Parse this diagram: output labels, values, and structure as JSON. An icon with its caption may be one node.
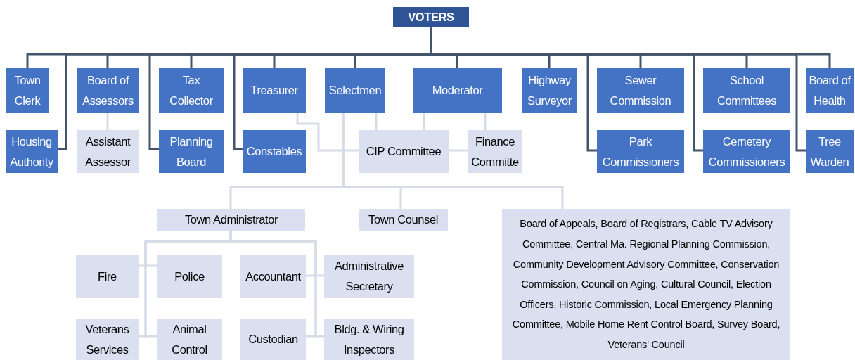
{
  "diagram": {
    "nodes": [
      {
        "text": [
          "VOTERS"
        ]
      },
      {
        "text": [
          "Town Clerk"
        ]
      },
      {
        "text": [
          "Board of Assessors"
        ]
      },
      {
        "text": [
          "Tax Collector"
        ]
      },
      {
        "text": [
          "Treasurer"
        ]
      },
      {
        "text": [
          "Selectmen"
        ]
      },
      {
        "text": [
          "Moderator"
        ]
      },
      {
        "text": [
          "Highway Surveyor"
        ]
      },
      {
        "text": [
          "Sewer Commission"
        ]
      },
      {
        "text": [
          "School Committees"
        ]
      },
      {
        "text": [
          "Board of Health"
        ]
      },
      {
        "text": [
          "Housing Authority"
        ]
      },
      {
        "text": [
          "Assistant Assessor"
        ]
      },
      {
        "text": [
          "Planning Board"
        ]
      },
      {
        "text": [
          "Constables"
        ]
      },
      {
        "text": [
          "CIP Committee"
        ]
      },
      {
        "text": [
          "Finance Committe"
        ]
      },
      {
        "text": [
          "Park Commissioners"
        ]
      },
      {
        "text": [
          "Cemetery Commissioners"
        ]
      },
      {
        "text": [
          "Tree Warden"
        ]
      },
      {
        "text": [
          "Town Administrator"
        ]
      },
      {
        "text": [
          "Town Counsel"
        ]
      },
      {
        "text": [
          "Board of Appeals, Board of Registrars, Cable TV Advisory Committee, Central Ma. Regional Planning Commission, Community Development Advisory Committee, Conservation Commission, Council on Aging, Cultural Council, Election Officers, Historic Commission, Local Emergency Planning Committee, Mobile Home Rent Control Board, Survey Board, Veterans' Council"
        ]
      },
      {
        "text": [
          "Fire"
        ]
      },
      {
        "text": [
          "Police"
        ]
      },
      {
        "text": [
          "Accountant"
        ]
      },
      {
        "text": [
          "Administrative Secretary"
        ]
      },
      {
        "text": [
          "Veterans Services"
        ]
      },
      {
        "text": [
          "Animal Control"
        ]
      },
      {
        "text": [
          "Custodian"
        ]
      },
      {
        "text": [
          "Bldg. & Wiring Inspectors"
        ]
      }
    ],
    "edges": [
      {
        "from": 0,
        "to": 1,
        "arrow": "none",
        "color": "#44546a"
      },
      {
        "from": 0,
        "to": 11,
        "arrow": "none",
        "color": "#44546a"
      },
      {
        "from": 0,
        "to": 2,
        "arrow": "none",
        "color": "#44546a"
      },
      {
        "from": 0,
        "to": 3,
        "arrow": "none",
        "color": "#44546a"
      },
      {
        "from": 0,
        "to": 13,
        "arrow": "none",
        "color": "#44546a"
      },
      {
        "from": 0,
        "to": 4,
        "arrow": "none",
        "color": "#44546a"
      },
      {
        "from": 0,
        "to": 14,
        "arrow": "none",
        "color": "#44546a"
      },
      {
        "from": 0,
        "to": 5,
        "arrow": "none",
        "color": "#44546a"
      },
      {
        "from": 0,
        "to": 6,
        "arrow": "none",
        "color": "#44546a"
      },
      {
        "from": 0,
        "to": 7,
        "arrow": "none",
        "color": "#44546a"
      },
      {
        "from": 0,
        "to": 8,
        "arrow": "none",
        "color": "#44546a"
      },
      {
        "from": 0,
        "to": 17,
        "arrow": "none",
        "color": "#44546a"
      },
      {
        "from": 0,
        "to": 9,
        "arrow": "none",
        "color": "#44546a"
      },
      {
        "from": 0,
        "to": 18,
        "arrow": "none",
        "color": "#44546a"
      },
      {
        "from": 0,
        "to": 10,
        "arrow": "none",
        "color": "#44546a"
      },
      {
        "from": 0,
        "to": 19,
        "arrow": "none",
        "color": "#44546a"
      },
      {
        "from": 2,
        "to": 12,
        "arrow": "none"
      },
      {
        "from": 4,
        "to": 15,
        "arrow": "none"
      },
      {
        "from": 5,
        "to": 15,
        "arrow": "none"
      },
      {
        "from": 6,
        "to": 15,
        "arrow": "none"
      },
      {
        "from": 6,
        "to": 16,
        "arrow": "none"
      },
      {
        "from": 15,
        "to": 16,
        "arrow": "none"
      },
      {
        "from": 5,
        "to": 20,
        "arrow": "none"
      },
      {
        "from": 5,
        "to": 21,
        "arrow": "none"
      },
      {
        "from": 5,
        "to": 22,
        "arrow": "none"
      },
      {
        "from": 20,
        "to": 23,
        "arrow": "none"
      },
      {
        "from": 20,
        "to": 24,
        "arrow": "none"
      },
      {
        "from": 20,
        "to": 25,
        "arrow": "none"
      },
      {
        "from": 20,
        "to": 26,
        "arrow": "none"
      },
      {
        "from": 20,
        "to": 27,
        "arrow": "none"
      },
      {
        "from": 20,
        "to": 28,
        "arrow": "none"
      },
      {
        "from": 20,
        "to": 29,
        "arrow": "none"
      },
      {
        "from": 20,
        "to": 30,
        "arrow": "none"
      }
    ]
  }
}
